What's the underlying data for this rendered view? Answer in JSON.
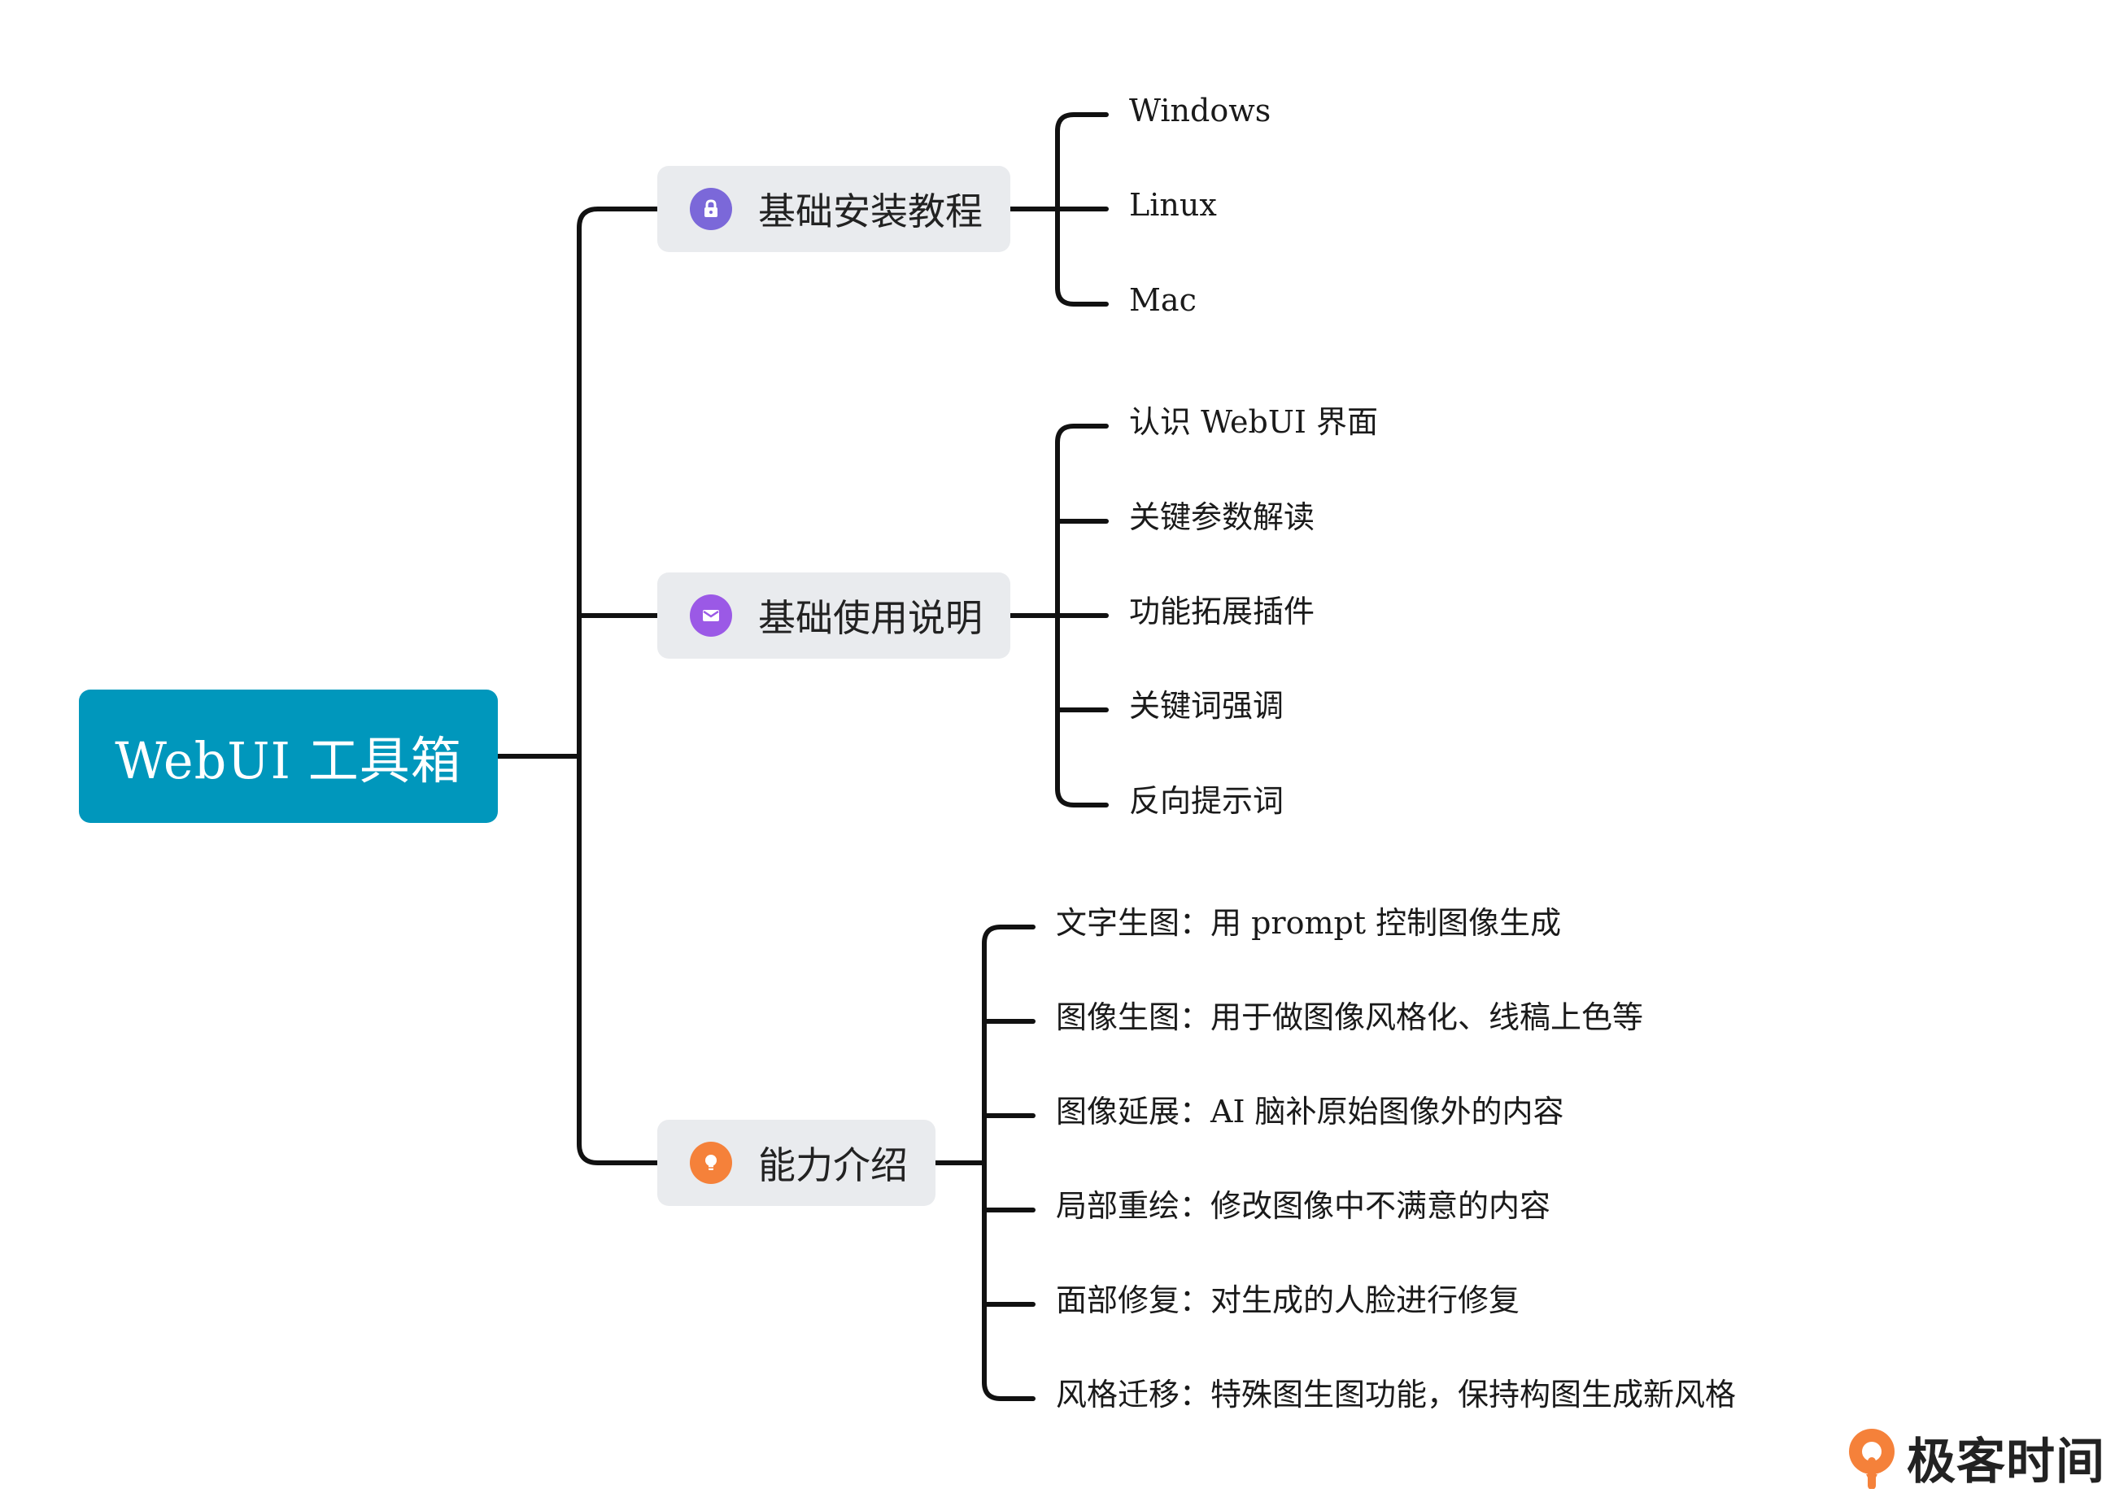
{
  "root": {
    "label": "WebUI 工具箱"
  },
  "branches": [
    {
      "label": "基础安装教程",
      "icon": "lock-icon",
      "icon_color": "#7b68d9",
      "leaves": [
        "Windows",
        "Linux",
        "Mac"
      ]
    },
    {
      "label": "基础使用说明",
      "icon": "mail-icon",
      "icon_color": "#9b59e6",
      "leaves": [
        "认识 WebUI 界面",
        "关键参数解读",
        "功能拓展插件",
        "关键词强调",
        "反向提示词"
      ]
    },
    {
      "label": "能力介绍",
      "icon": "lightbulb-icon",
      "icon_color": "#f5813a",
      "leaves": [
        "文字生图：用 prompt 控制图像生成",
        "图像生图：用于做图像风格化、线稿上色等",
        "图像延展：AI 脑补原始图像外的内容",
        "局部重绘：修改图像中不满意的内容",
        "面部修复：对生成的人脸进行修复",
        "风格迁移：特殊图生图功能，保持构图生成新风格"
      ]
    }
  ],
  "brand": {
    "name": "极客时间",
    "color": "#f5813a"
  }
}
